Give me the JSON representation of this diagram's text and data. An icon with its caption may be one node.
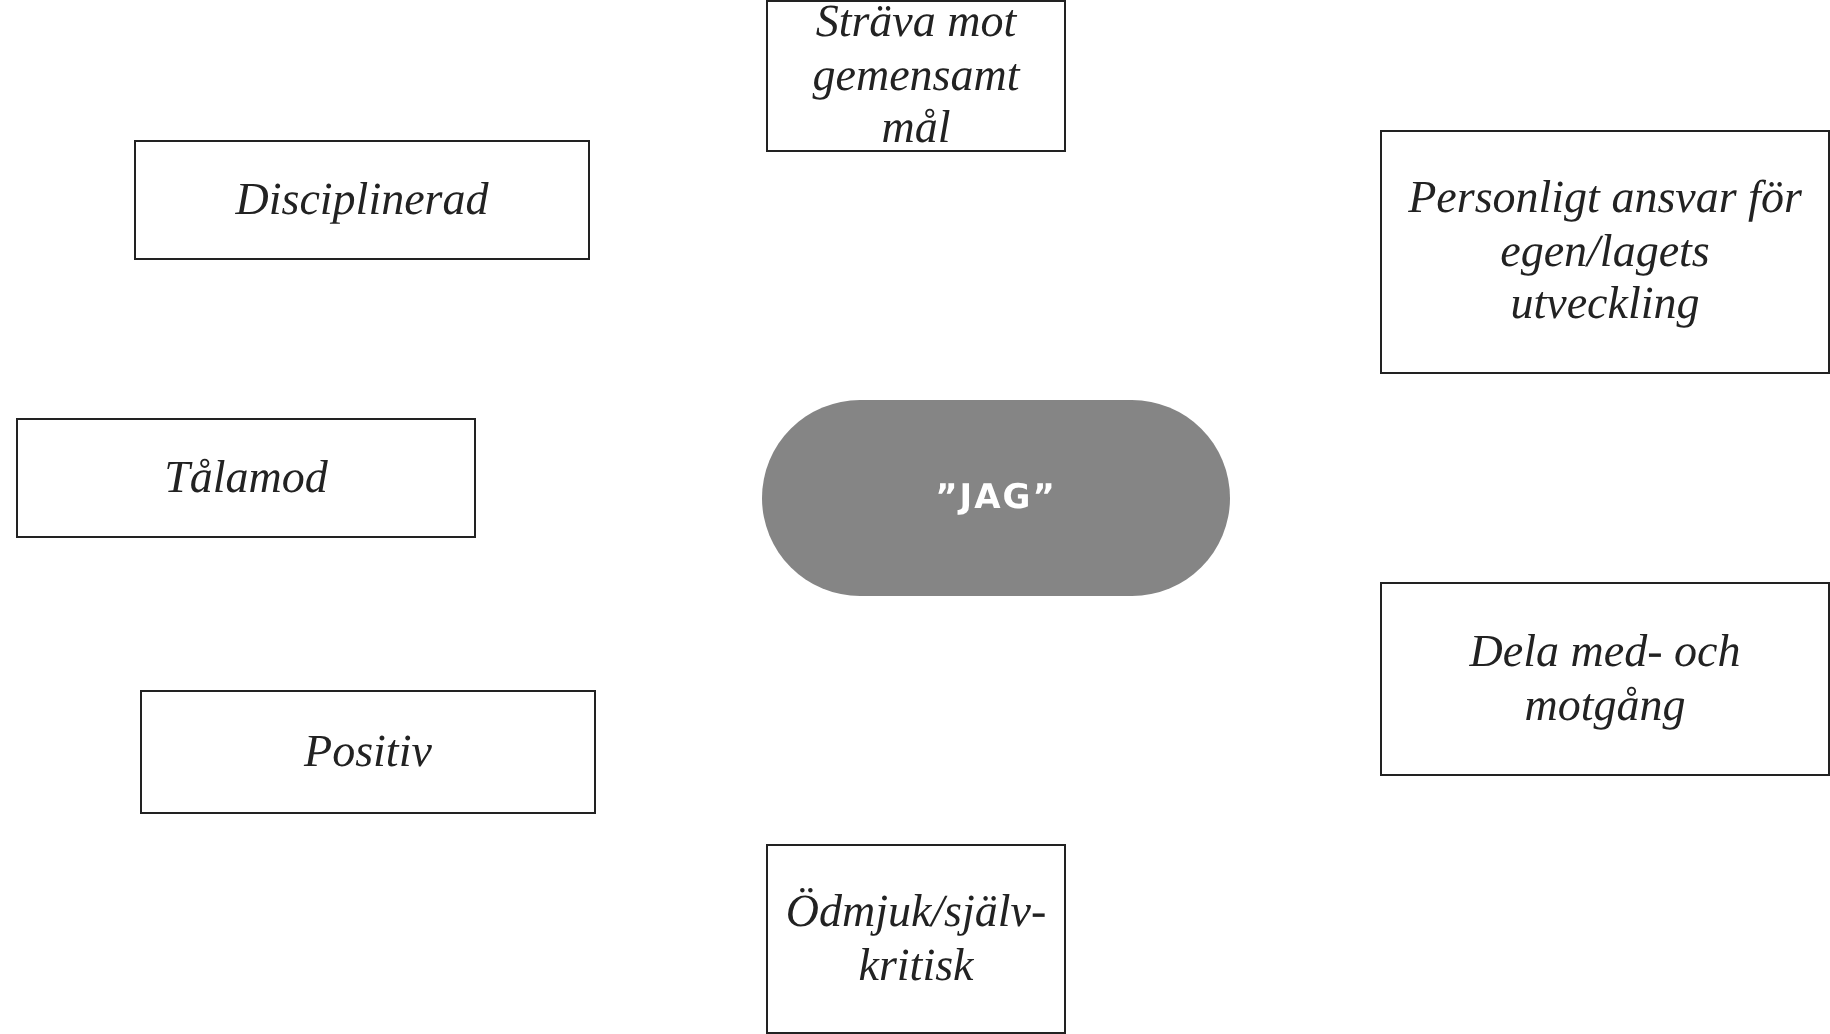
{
  "diagram": {
    "nodes": [
      {
        "text": [
          "Sträva mot gemensamt mål"
        ]
      },
      {
        "text": [
          "Disciplinerad"
        ]
      },
      {
        "text": [
          "Personligt ansvar för egen/lagets utveckling"
        ]
      },
      {
        "text": [
          "Tålamod"
        ]
      },
      {
        "text": [
          "”JAG”"
        ]
      },
      {
        "text": [
          "Dela med- och motgång"
        ]
      },
      {
        "text": [
          "Positiv"
        ]
      },
      {
        "text": [
          "Ödmjuk/själv-kritisk"
        ]
      }
    ],
    "edges": []
  }
}
